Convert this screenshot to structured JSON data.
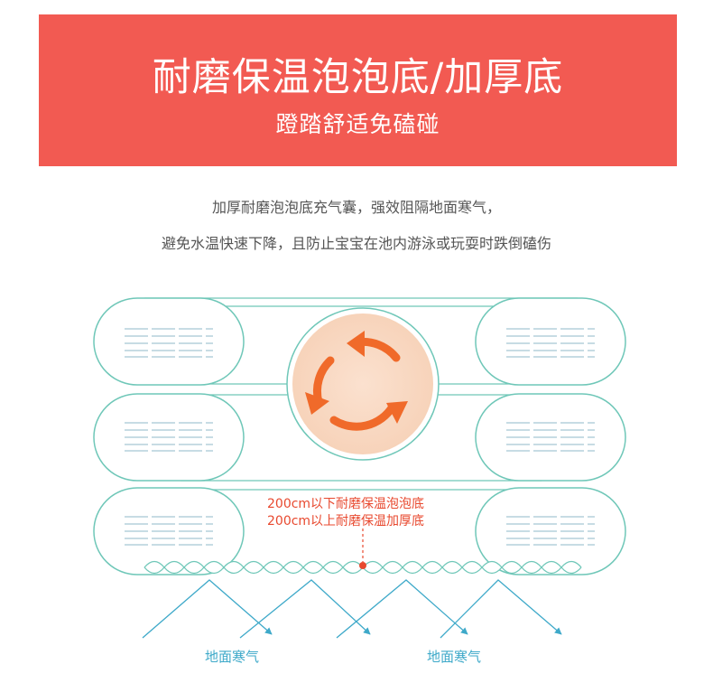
{
  "header": {
    "title": "耐磨保温泡泡底/加厚底",
    "subtitle": "蹬踏舒适免磕碰",
    "background": "#f25a52"
  },
  "description": {
    "line1": "加厚耐磨泡泡底充气囊，强效阻隔地面寒气，",
    "line2": "避免水温快速下降，且防止宝宝在池内游泳或玩耍时跌倒磕伤"
  },
  "diagram": {
    "annotation_1": "200cm以下耐磨保温泡泡底",
    "annotation_2": "200cm以上耐磨保温加厚底",
    "ground_label_left": "地面寒气",
    "ground_label_right": "地面寒气",
    "outline_color": "#6fc7b8",
    "arrow_color": "#f06a2a",
    "cold_color": "#3ea9c9",
    "annotation_color": "#e8492f"
  }
}
